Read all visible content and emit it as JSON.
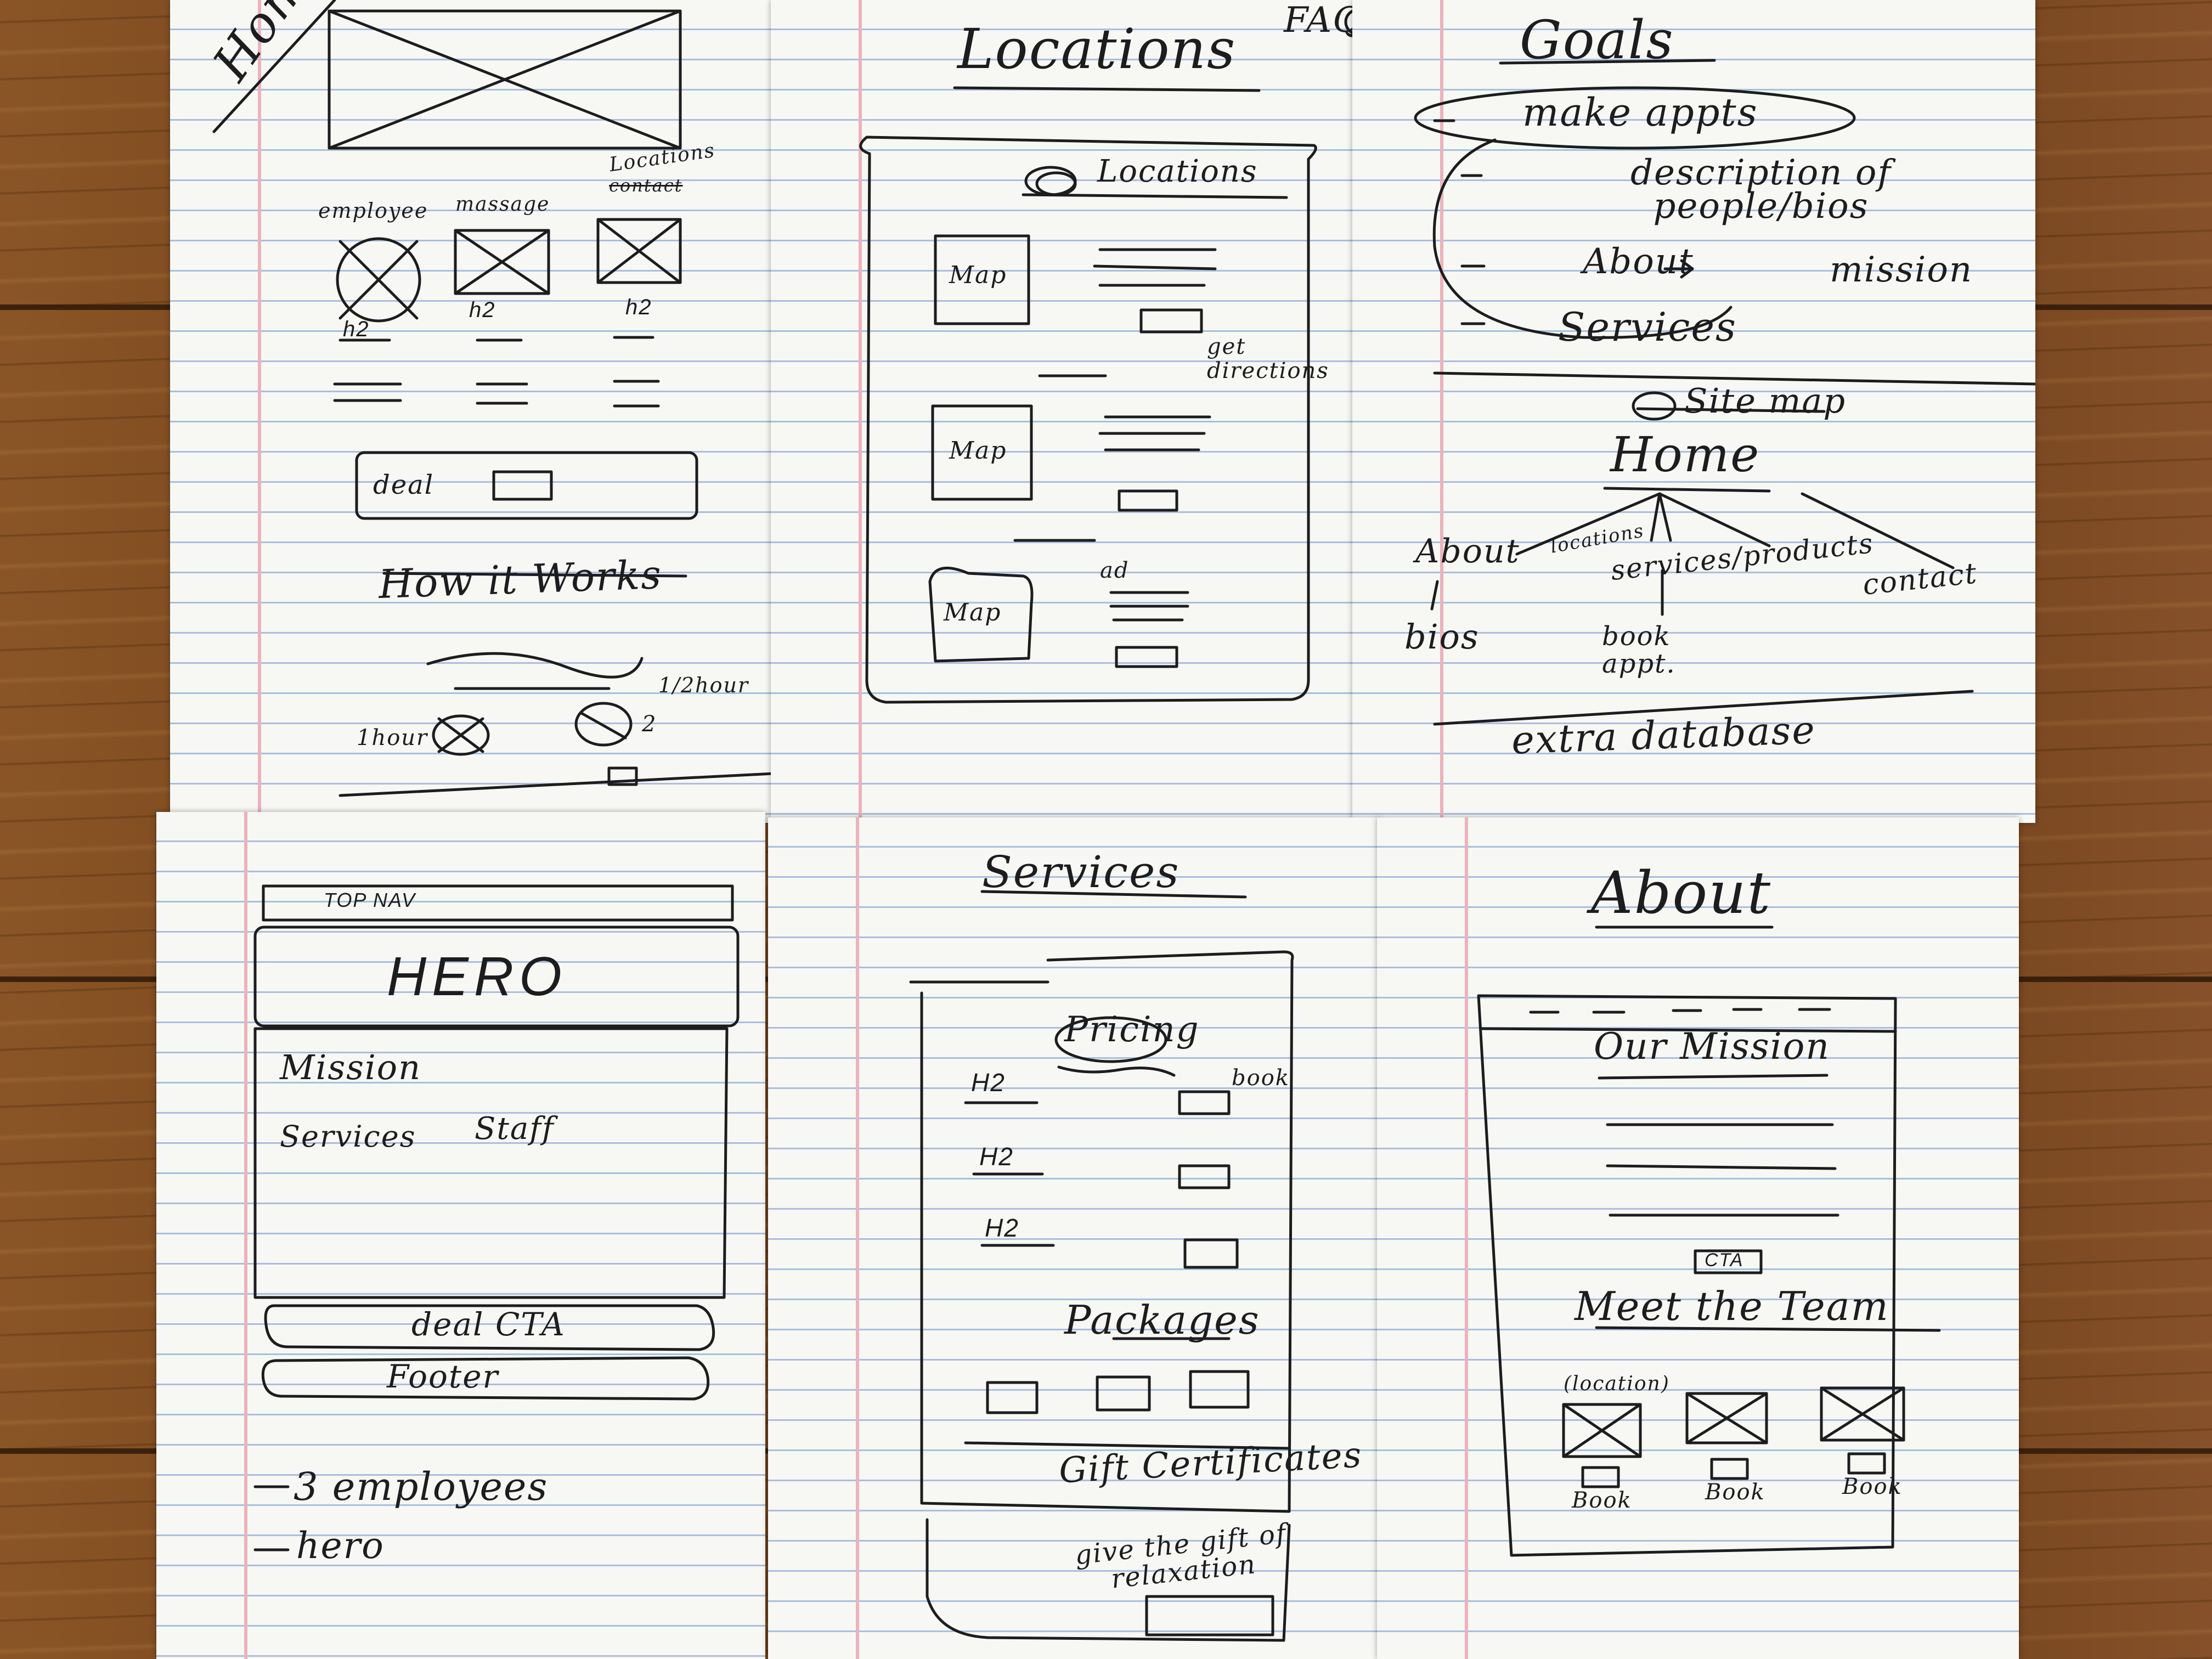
{
  "home_sheet": {
    "title": "Home",
    "labels": [
      "employee",
      "massage",
      "Locations"
    ],
    "cross_out": "contact",
    "h2": [
      "h2",
      "h2",
      "h2"
    ],
    "deal": "deal",
    "how_it_works": "How it Works",
    "steps": [
      "1hour",
      "1/2hour",
      "2"
    ]
  },
  "locations_sheet": {
    "title": "Locations",
    "faq": "FAQ",
    "section": "Locations",
    "map": "Map",
    "get_directions": "get directions",
    "ad": "ad"
  },
  "goals_sheet": {
    "title": "Goals",
    "items": [
      "make appts",
      "description of people/bios",
      "About",
      "mission",
      "Services"
    ],
    "sitemap": "Site map",
    "home": "Home",
    "nodes": [
      "About",
      "locations",
      "services/products",
      "contact",
      "bios",
      "book appt."
    ],
    "footer": "extra database"
  },
  "hero_sheet": {
    "top_nav": "TOP NAV",
    "hero": "HERO",
    "mission": "Mission",
    "services": "Services",
    "staff": "Staff",
    "deal_cta": "deal CTA",
    "footer": "Footer",
    "notes": [
      "3 employees",
      "hero"
    ]
  },
  "services_sheet": {
    "title": "Services",
    "pricing": "Pricing",
    "book": "book",
    "h2": [
      "H2",
      "H2",
      "H2"
    ],
    "packages": "Packages",
    "gift": "Gift Certificates",
    "tagline": "give the gift of relaxation"
  },
  "about_sheet": {
    "title": "About",
    "mission": "Our Mission",
    "cta": "CTA",
    "team": "Meet the Team",
    "location_note": "(location)",
    "book": [
      "Book",
      "Book",
      "Book"
    ]
  },
  "colors": {
    "paper": "#f7f7f4",
    "rule_lines": "#a9bfdc",
    "margin_line": "#eab3bd",
    "ink": "#1d1d1f",
    "wood": "#7a4a1e"
  }
}
